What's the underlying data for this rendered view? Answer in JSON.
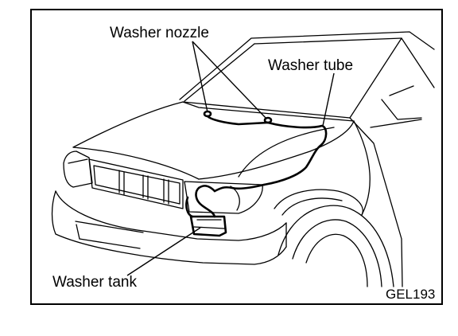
{
  "labels": {
    "washer_nozzle": "Washer nozzle",
    "washer_tube": "Washer tube",
    "washer_tank": "Washer tank",
    "figure_code": "GEL193"
  },
  "colors": {
    "line": "#000000",
    "background": "#ffffff"
  }
}
